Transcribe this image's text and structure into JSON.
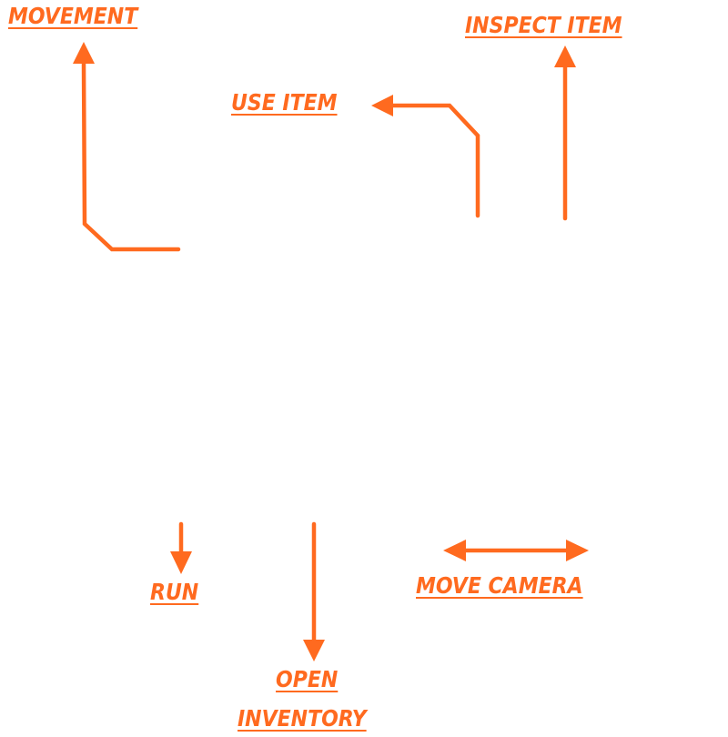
{
  "accent_color": "#ff6a1f",
  "labels": {
    "movement": "MOVEMENT",
    "use_item": "USE ITEM",
    "inspect_item": "INSPECT ITEM",
    "run": "RUN",
    "move_camera": "MOVE CAMERA",
    "open_inventory_line1": "OPEN",
    "open_inventory_line2": "INVENTORY"
  }
}
